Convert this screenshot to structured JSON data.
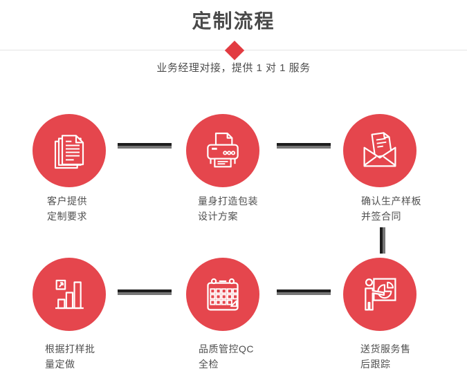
{
  "header": {
    "title": "定制流程",
    "subtitle": "业务经理对接，提供 1 对 1 服务"
  },
  "steps": [
    {
      "icon": "documents-icon",
      "label_line1": "客户提供",
      "label_line2": "定制要求"
    },
    {
      "icon": "printer-icon",
      "label_line1": "量身打造包装",
      "label_line2": "设计方案"
    },
    {
      "icon": "envelope-icon",
      "label_line1": "确认生产样板",
      "label_line2": "并签合同"
    },
    {
      "icon": "bar-chart-icon",
      "label_line1": "根据打样批",
      "label_line2": "量定做"
    },
    {
      "icon": "calendar-icon",
      "label_line1": "品质管控QC",
      "label_line2": "全检"
    },
    {
      "icon": "presentation-icon",
      "label_line1": "送货服务售",
      "label_line2": "后跟踪"
    }
  ],
  "colors": {
    "circle_red": "#e5464d",
    "diamond_red": "#e23b41",
    "title_gray": "#4a4a4a",
    "label_gray": "#4f4f4f",
    "divider_gray": "#e3e3e3",
    "connector_dark": "#1d1d1d",
    "connector_light": "#767676",
    "icon_stroke": "#ffffff"
  }
}
